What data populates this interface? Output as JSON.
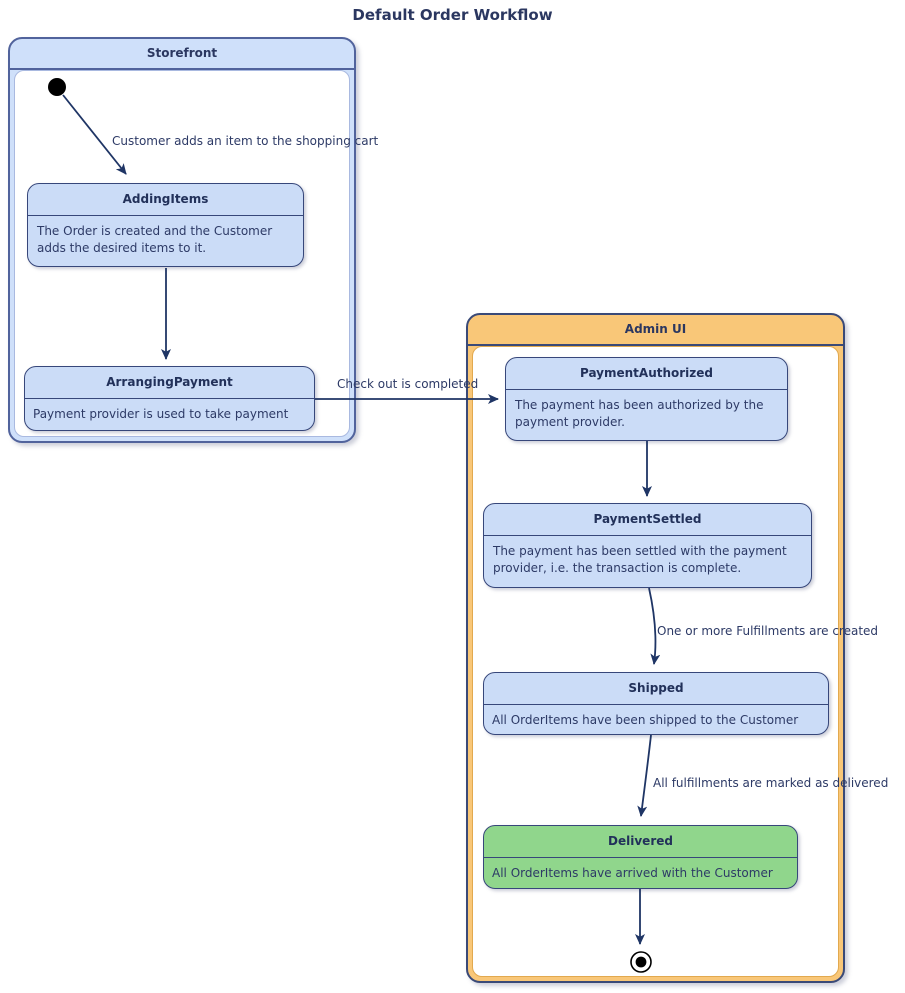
{
  "title": "Default Order Workflow",
  "containers": {
    "storefront": {
      "name": "Storefront"
    },
    "admin_ui": {
      "name": "Admin UI"
    }
  },
  "states": {
    "adding_items": {
      "name": "AddingItems",
      "description": "The Order is created and the Customer adds the desired items to it."
    },
    "arranging_payment": {
      "name": "ArrangingPayment",
      "description": "Payment provider is used to take payment"
    },
    "payment_authorized": {
      "name": "PaymentAuthorized",
      "description": "The payment has been authorized by the payment provider."
    },
    "payment_settled": {
      "name": "PaymentSettled",
      "description": "The payment has been settled with the payment provider, i.e. the transaction is complete."
    },
    "shipped": {
      "name": "Shipped",
      "description": "All OrderItems have been shipped to the Customer"
    },
    "delivered": {
      "name": "Delivered",
      "description": "All OrderItems have arrived with the Customer"
    }
  },
  "transitions": {
    "add_item": "Customer adds an item to the shopping cart",
    "checkout": "Check out is completed",
    "fulfillments_created": "One or more Fulfillments are created",
    "fulfillments_delivered": "All fulfillments are marked as delivered"
  },
  "colors": {
    "state_fill": "#cbdcf7",
    "state_border": "#37477a",
    "delivered_fill": "#90d68c",
    "storefront_header_fill": "#cfe0fa",
    "storefront_border": "#51639c",
    "admin_header_fill": "#f9c778",
    "admin_border": "#3a4a78",
    "arrow": "#1f3565",
    "text": "#2d3a66"
  }
}
